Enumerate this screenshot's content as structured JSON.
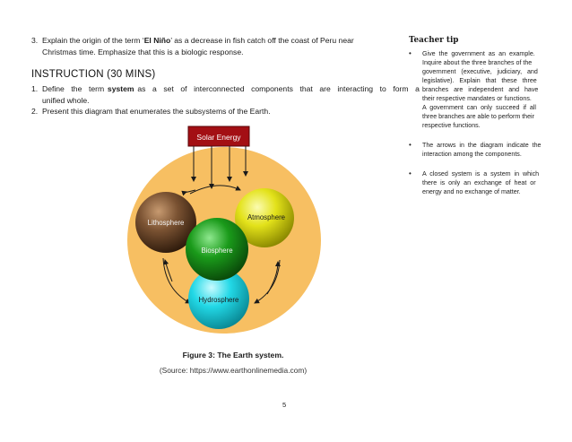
{
  "question3": {
    "num": "3.",
    "line1_pre": "Explain the origin of the term ‘",
    "line1_bold": "El Niño",
    "line1_post": "’ as a decrease in fish catch off the coast of Peru near",
    "line2": "Christmas time. Emphasize that this is a biologic response."
  },
  "instruction": {
    "heading": "INSTRUCTION (30 MINS)",
    "item1_num": "1.",
    "item1_pre": "Define  the  term ",
    "item1_bold": "system",
    "item1_post": " as  a  set  of  interconnected  components  that  are  interacting  to  form  a",
    "item1_line2": "unified whole.",
    "item2_num": "2.",
    "item2_text": "Present this diagram that enumerates the subsystems of the Earth."
  },
  "figure": {
    "solar_label": "Solar Energy",
    "spheres": {
      "lithosphere": "Lithosphere",
      "atmosphere": "Atmosphere",
      "biosphere": "Biosphere",
      "hydrosphere": "Hydrosphere"
    },
    "caption": "Figure 3: The Earth system.",
    "source": "(Source: https://www.earthonlinemedia.com)"
  },
  "teacher_tip": {
    "title": "Teacher tip",
    "bullet": "•",
    "tip1_lines": [
      "Give  the  government  as  an  example.",
      "Inquire about the three branches of the",
      "government   (executive,   judiciary,   and",
      "legislative).   Explain   that   these   three",
      "branches   are   independent   and   have",
      "their respective mandates or functions.",
      "A  government  can  only  succeed  if  all",
      "three branches are able to perform their",
      "respective functions."
    ],
    "tip2_lines": [
      "The  arrows  in  the  diagram  indicate  the",
      "interaction among the components."
    ],
    "tip3_lines": [
      "A  closed  system  is  a  system  in  which",
      "there  is  only  an  exchange  of  heat  or",
      "energy and no exchange of matter."
    ]
  },
  "page_number": "5",
  "colors": {
    "outer_circle": "#f7bf62",
    "solar_box": "#a30f14",
    "lithosphere": "#7a5232",
    "atmosphere": "#e3e21a",
    "biosphere": "#1a9a1a",
    "hydrosphere": "#22d8e6"
  }
}
